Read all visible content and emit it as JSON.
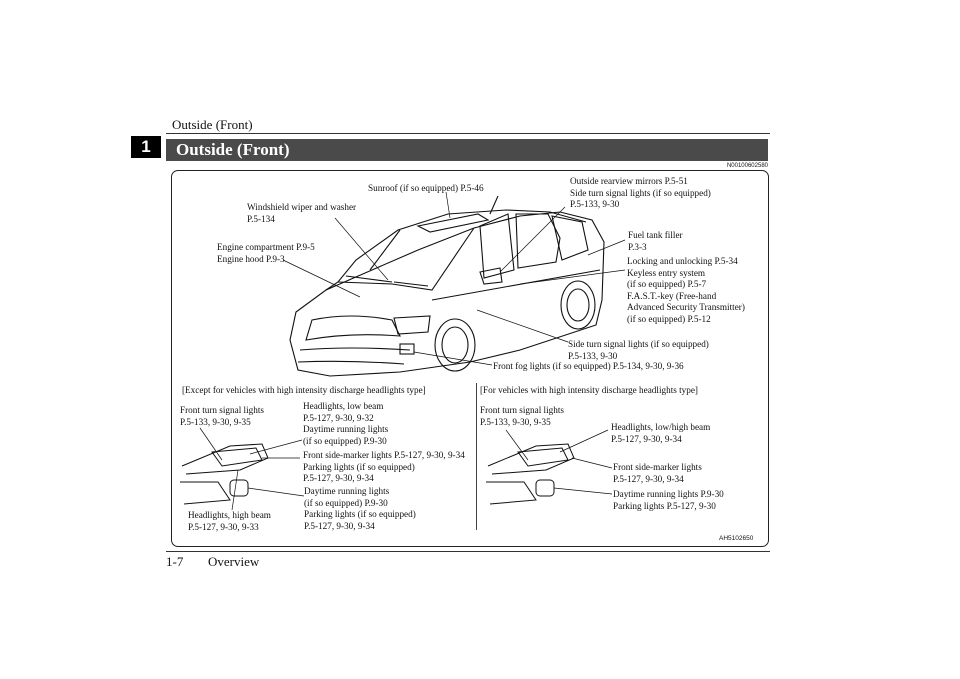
{
  "header": {
    "title": "Outside (Front)"
  },
  "tab": {
    "number": "1"
  },
  "section": {
    "title": "Outside (Front)",
    "code": "N00100602580"
  },
  "labels": {
    "sunroof": "Sunroof (if so equipped) P.5-46",
    "mirrors": "Outside rearview mirrors P.5-51\nSide turn signal lights (if so equipped)\nP.5-133, 9-30",
    "wiper": "Windshield wiper and washer\nP.5-134",
    "fuel": "Fuel tank filler\nP.3-3",
    "engine": "Engine compartment P.9-5\nEngine hood P.9-3",
    "locking": "Locking and unlocking P.5-34\nKeyless entry system\n(if so equipped) P.5-7\nF.A.S.T.-key (Free-hand\nAdvanced Security Transmitter)\n(if so equipped) P.5-12",
    "side_turn": "Side turn signal lights (if so equipped)\nP.5-133, 9-30",
    "fog": "Front fog lights (if so equipped) P.5-134, 9-30, 9-36"
  },
  "panel_left": {
    "title": "[Except for vehicles with high intensity discharge headlights type]",
    "front_turn": "Front turn signal lights\nP.5-133, 9-30, 9-35",
    "low_beam": "Headlights, low beam\nP.5-127, 9-30, 9-32\nDaytime running lights\n(if so equipped) P.9-30",
    "side_marker": "Front side-marker lights P.5-127, 9-30, 9-34\nParking lights (if so equipped)\nP.5-127, 9-30, 9-34",
    "drl": "Daytime running lights\n(if so equipped) P.9-30\nParking lights (if so equipped)\nP.5-127, 9-30, 9-34",
    "high_beam": "Headlights, high beam\nP.5-127, 9-30, 9-33"
  },
  "panel_right": {
    "title": "[For vehicles with high intensity discharge headlights type]",
    "front_turn": "Front turn signal lights\nP.5-133, 9-30, 9-35",
    "lowhigh": "Headlights, low/high beam\nP.5-127, 9-30, 9-34",
    "side_marker": "Front side-marker lights\nP.5-127, 9-30, 9-34",
    "drl": "Daytime running lights P.9-30\nParking lights P.5-127, 9-30"
  },
  "figure_code": "AH5102650",
  "footer": {
    "page": "1-7",
    "chapter": "Overview"
  }
}
